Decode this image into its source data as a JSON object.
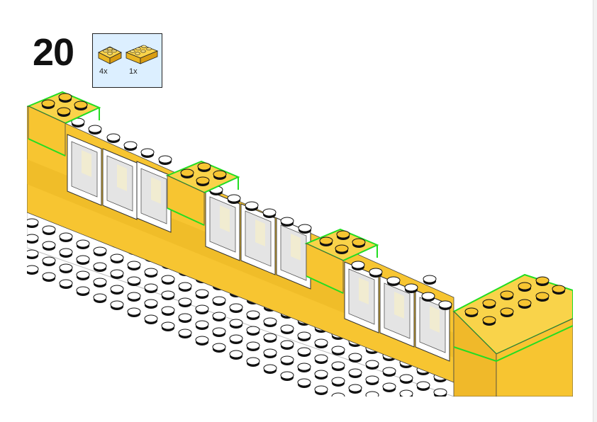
{
  "step": {
    "number": "20"
  },
  "parts": [
    {
      "icon": "yellow-brick-2x2-icon",
      "quantity": "4x",
      "color": "#f7c531"
    },
    {
      "icon": "yellow-brick-2x3-icon",
      "quantity": "1x",
      "color": "#f7c531"
    }
  ],
  "colors": {
    "brick_yellow": "#f7c531",
    "brick_yellow_dark": "#e3a81a",
    "highlight_green": "#22dd22",
    "baseplate_white": "#ffffff",
    "window_glass": "#e8e8e8",
    "parts_box_bg": "#dcefff"
  }
}
